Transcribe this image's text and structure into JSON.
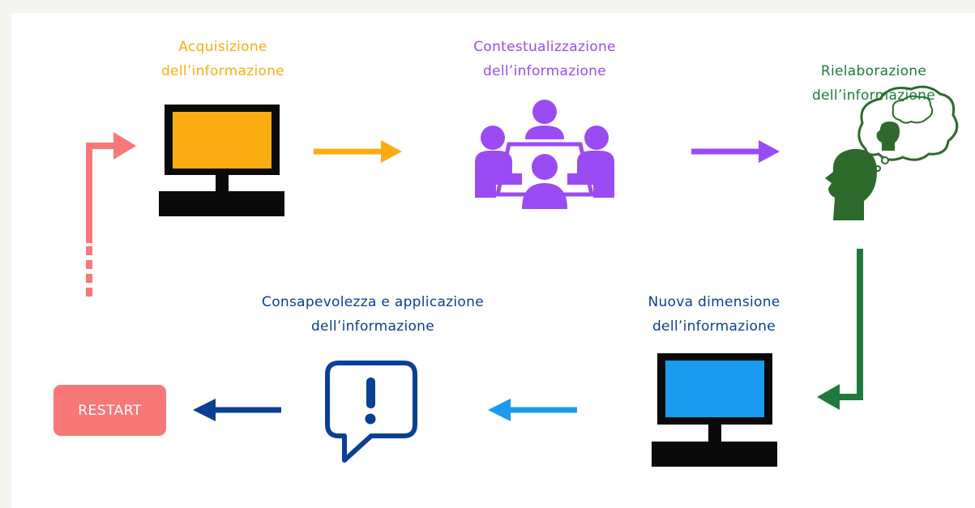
{
  "colors": {
    "orange": "#f9ad12",
    "purple": "#9b4bf3",
    "green": "#1e7a3c",
    "dark_green": "#2d6a2b",
    "light_blue": "#1a9bf0",
    "navy": "#0a3f96",
    "coral": "#f87878",
    "black": "#0a0a0a"
  },
  "steps": [
    {
      "line1": "Acquisizione",
      "line2": "dell’informazione",
      "icon": "computer-monitor-icon"
    },
    {
      "line1": "Contestualizzazione",
      "line2": "dell’informazione",
      "icon": "meeting-group-icon"
    },
    {
      "line1": "Rielaborazione",
      "line2": "dell’informazione",
      "icon": "thinking-head-icon"
    },
    {
      "line1": "Nuova dimensione",
      "line2": "dell’informazione",
      "icon": "computer-monitor-icon"
    },
    {
      "line1": "Consapevolezza e applicazione",
      "line2": "dell’informazione",
      "icon": "alert-speech-bubble-icon"
    }
  ],
  "restart": {
    "label": "RESTART"
  }
}
